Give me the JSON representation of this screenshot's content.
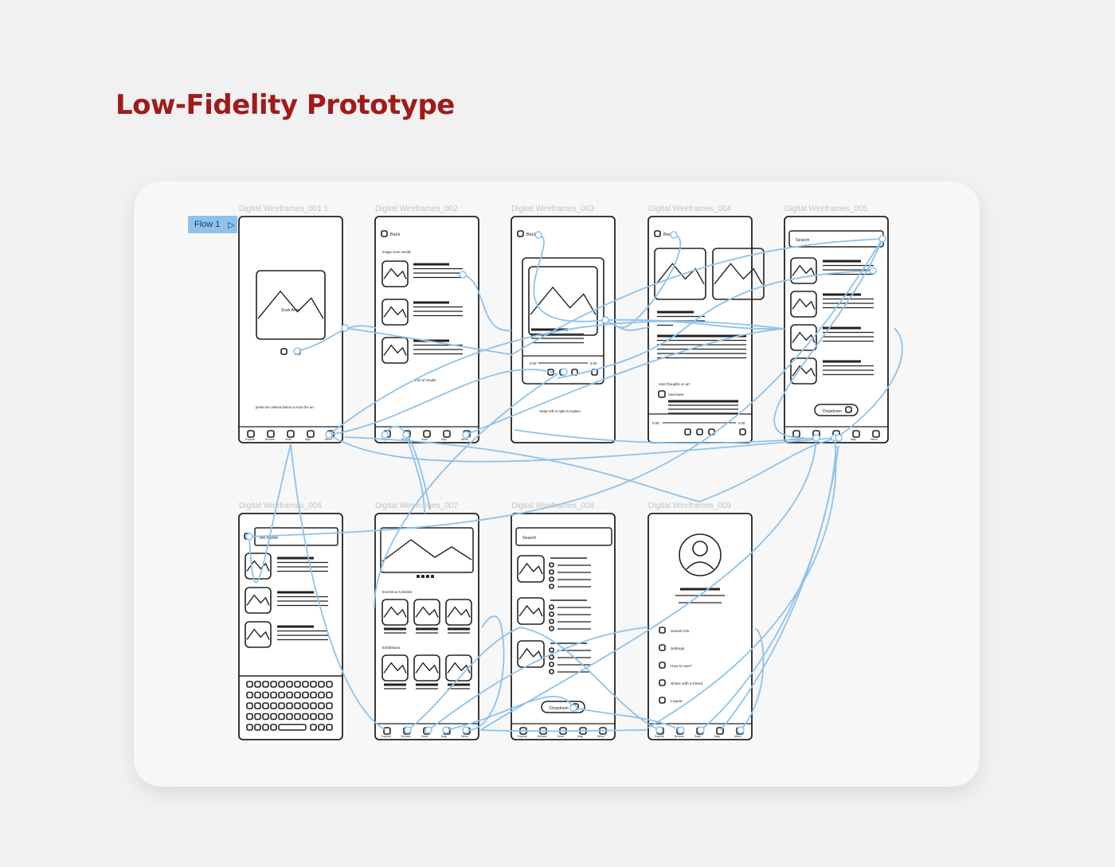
{
  "page": {
    "title": "Low-Fidelity Prototype",
    "flow_label": "Flow 1"
  },
  "frames": [
    {
      "label": "Digital Wireframes_001 1"
    },
    {
      "label": "Digital Wireframes_002"
    },
    {
      "label": "Digital Wireframes_003"
    },
    {
      "label": "Digital Wireframes_004"
    },
    {
      "label": "Digital Wireframes_005"
    },
    {
      "label": "Digital Wireframes_006"
    },
    {
      "label": "Digital Wireframes_007"
    },
    {
      "label": "Digital Wireframes_008"
    },
    {
      "label": "Digital Wireframes_009"
    }
  ],
  "text": {
    "scan_area": "Scan Area",
    "scan_hint": "press the camera button to scan the art",
    "back": "Back",
    "image_scan_results": "Image scan results",
    "end_of_results": "End of results",
    "swipe_hint": "Swipe left or right to explore",
    "time_start": "0:00",
    "time_end": "0:00",
    "user_thoughts": "User thoughts on art",
    "username": "Username",
    "search": "Search",
    "dropdown": "Dropdown",
    "art_name": "Art Name",
    "events": "Events & Activities",
    "exhibitions": "Exhibitions",
    "menu": [
      "Saved Arts",
      "Settings",
      "How to use?",
      "Share with a friend",
      "Logout"
    ],
    "nav": [
      "Explore",
      "Browse",
      "Scan",
      "Map",
      "Menu"
    ]
  },
  "colors": {
    "title": "#a11a1a",
    "connector": "#8ec2ec",
    "wire": "#222222",
    "frame_label": "#c3c3c3"
  }
}
